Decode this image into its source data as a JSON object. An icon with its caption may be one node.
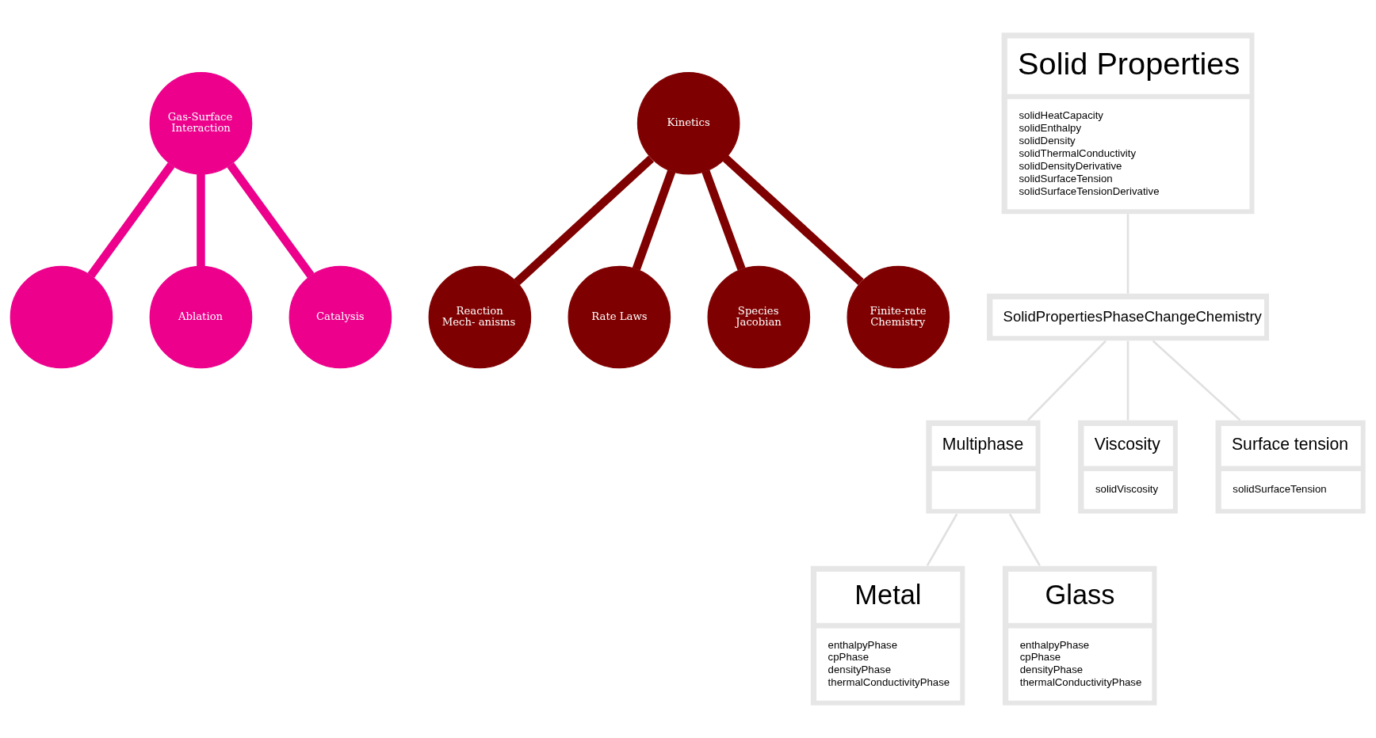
{
  "diagram": {
    "nodes": [
      {
        "text": [],
        "shape": "circle"
      },
      {
        "text": [
          "Ablation"
        ]
      },
      {
        "text": [
          "Gas-Surface Interaction"
        ]
      },
      {
        "text": [
          "Catalysis"
        ]
      },
      {
        "text": [
          "Reaction Mech- anisms"
        ]
      },
      {
        "text": [
          "Rate Laws"
        ]
      },
      {
        "text": [
          "Kinetics"
        ]
      },
      {
        "text": [
          "Species Jacobian"
        ]
      },
      {
        "text": [
          "Finite-rate Chemistry"
        ]
      },
      {
        "text": [
          "Solid Properties",
          "solidHeatCapacity",
          "solidEnthalpy",
          "solidDensity",
          "solidThermalConductivity",
          "solidDensityDerivative",
          "solidSurfaceTension",
          "solidSurfaceTensionDerivative"
        ]
      },
      {
        "text": [
          "SolidPropertiesPhaseChangeChemistry"
        ]
      },
      {
        "text": [
          "Multiphase"
        ]
      },
      {
        "text": [
          "Viscosity",
          "solidViscosity"
        ]
      },
      {
        "text": [
          "Surface tension",
          "solidSurfaceTension"
        ]
      },
      {
        "text": [
          "Metal",
          "enthalpyPhase",
          "cpPhase",
          "densityPhase",
          "thermalConductivityPhase"
        ]
      },
      {
        "text": [
          "Glass",
          "enthalpyPhase",
          "cpPhase",
          "densityPhase",
          "thermalConductivityPhase"
        ]
      }
    ],
    "edges": [
      {
        "from": 2,
        "to": 0,
        "arrow": "none",
        "color": "#ec008c"
      },
      {
        "from": 2,
        "to": 1,
        "arrow": "none",
        "color": "#ec008c"
      },
      {
        "from": 2,
        "to": 3,
        "arrow": "none",
        "color": "#ec008c"
      },
      {
        "from": 6,
        "to": 4,
        "arrow": "none",
        "color": "#7f0000"
      },
      {
        "from": 6,
        "to": 5,
        "arrow": "none",
        "color": "#7f0000"
      },
      {
        "from": 6,
        "to": 7,
        "arrow": "none",
        "color": "#7f0000"
      },
      {
        "from": 6,
        "to": 8,
        "arrow": "none",
        "color": "#7f0000"
      },
      {
        "from": 9,
        "to": 10,
        "arrow": "none"
      },
      {
        "from": 10,
        "to": 11,
        "arrow": "none"
      },
      {
        "from": 10,
        "to": 12,
        "arrow": "none"
      },
      {
        "from": 10,
        "to": 13,
        "arrow": "none"
      },
      {
        "from": 11,
        "to": 14,
        "arrow": "none"
      },
      {
        "from": 11,
        "to": 15,
        "arrow": "none"
      }
    ]
  }
}
